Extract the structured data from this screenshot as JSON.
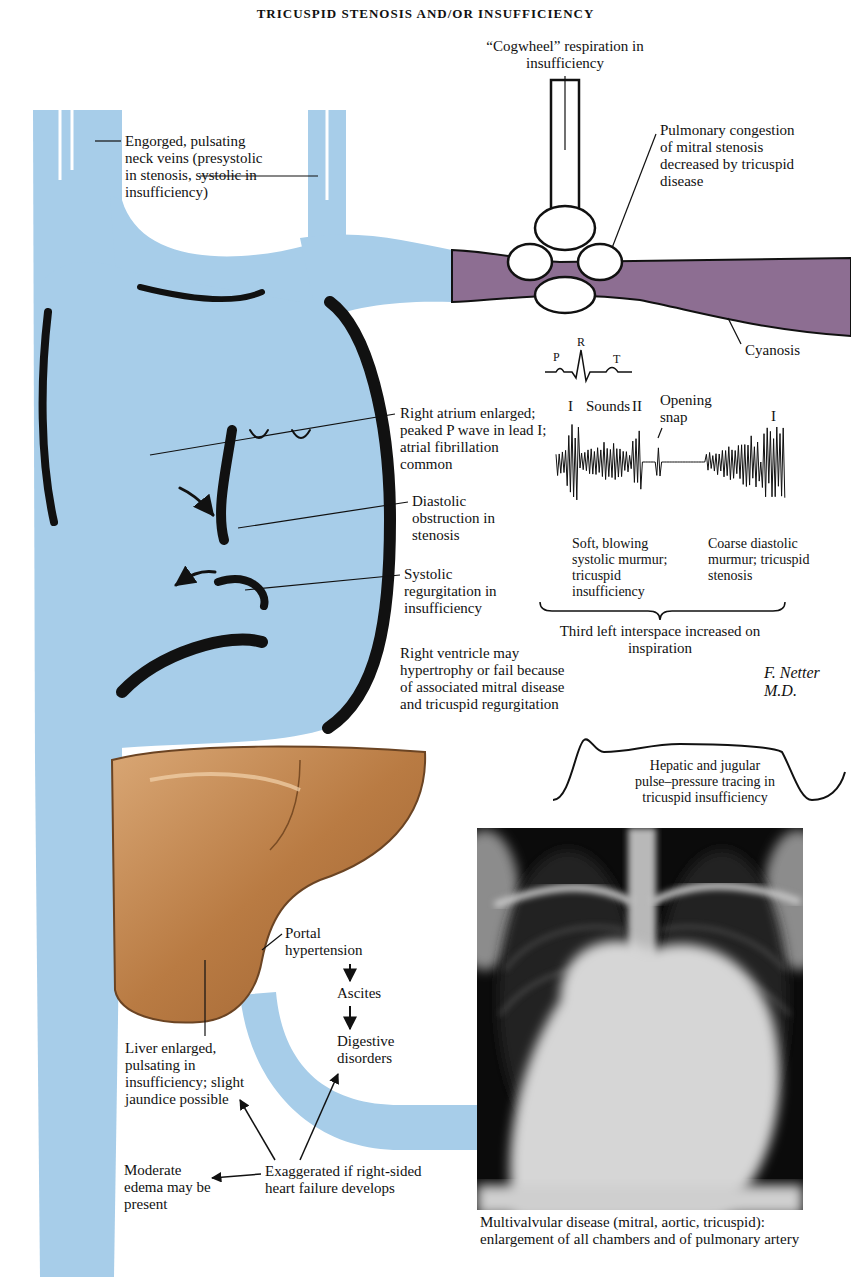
{
  "diagram": {
    "title": "TRICUSPID STENOSIS AND/OR INSUFFICIENCY",
    "labels": [
      "“Cogwheel” respiration in insufficiency",
      "Engorged, pulsating neck veins (presystolic in stenosis, systolic in insufficiency)",
      "Pulmonary congestion of mitral stenosis decreased by tricuspid disease",
      "Cyanosis",
      "P",
      "R",
      "T",
      "Right atrium enlarged; peaked P wave in lead I; atrial fibrillation common",
      "I",
      "Sounds",
      "II",
      "Opening snap",
      "I",
      "Diastolic obstruction in stenosis",
      "Systolic regurgitation in insufficiency",
      "Soft, blowing systolic murmur; tricuspid insufficiency",
      "Coarse diastolic murmur; tricuspid stenosis",
      "Third left interspace increased on inspiration",
      "Right ventricle may hypertrophy or fail because of associated mitral disease and tricuspid regurgitation",
      "F. Netter M.D.",
      "Hepatic and jugular pulse–pressure tracing in tricuspid insufficiency",
      "Portal hypertension",
      "Ascites",
      "Digestive disorders",
      "Liver enlarged, pulsating in insufficiency; slight jaundice possible",
      "Moderate edema may be present",
      "Exaggerated if right-sided heart failure develops",
      "Multivalvular disease (mitral, aortic, tricuspid): enlargement of all chambers and of pulmonary artery"
    ]
  }
}
